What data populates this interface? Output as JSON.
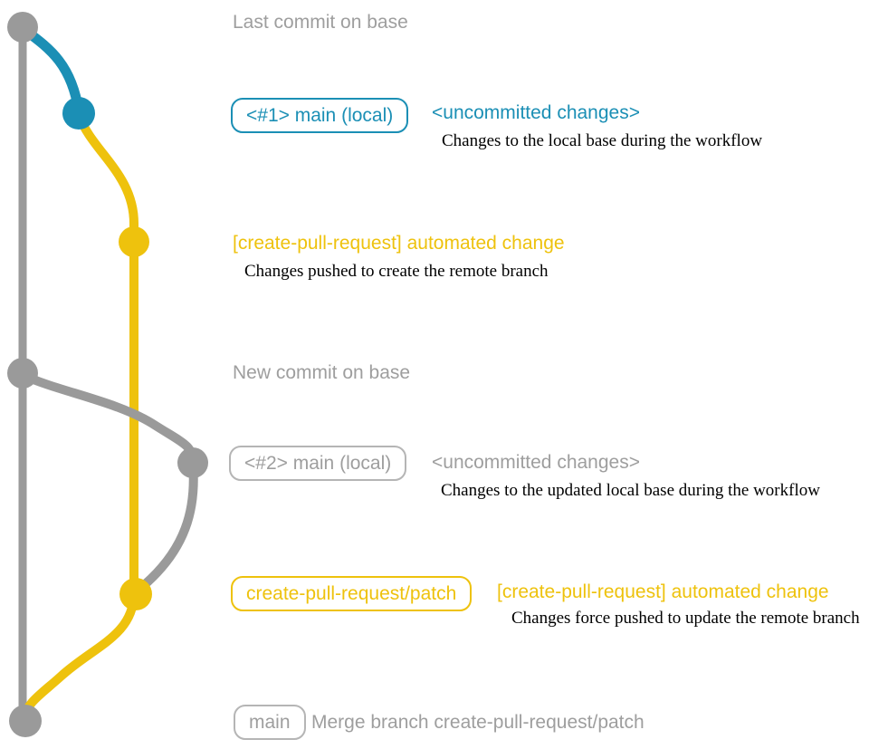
{
  "diagram_title": "create-pull-request workflow git graph",
  "colors": {
    "branch_gray": "#9a9a9a",
    "gray_text": "#9e9e9e",
    "gray_badge_border": "#b5b5b5",
    "branch_blue": "#1b8fb5",
    "branch_yellow": "#eec20d",
    "note_text": "#000000",
    "background": "#ffffff"
  },
  "commit_labels": {
    "last_commit": "Last commit on base",
    "new_commit": "New commit on base",
    "merge_commit": "Merge branch create-pull-request/patch"
  },
  "badges": {
    "main_local_1": "<#1> main (local)",
    "main_local_2": "<#2> main (local)",
    "patch_branch": "create-pull-request/patch",
    "main": "main"
  },
  "headings": {
    "uncommitted_1": "<uncommitted changes>",
    "uncommitted_2": "<uncommitted changes>",
    "automated_1": "[create-pull-request] automated change",
    "automated_2": "[create-pull-request] automated change"
  },
  "notes": {
    "local_base": "Changes to the local base during the workflow",
    "pushed_create": "Changes pushed to create the remote branch",
    "updated_local_base": "Changes to the updated local base during the workflow",
    "force_pushed": "Changes force pushed to update the remote branch"
  },
  "graph_structure": {
    "base_branch_color": "gray",
    "local_main_color_first_run": "blue",
    "remote_patch_branch_color": "yellow",
    "commits": [
      "base tip (gray)",
      "uncommitted changes on local main (blue)",
      "automated change pushed to create-pull-request/patch (yellow)",
      "new commit lands on base (gray)",
      "updated local main with uncommitted changes (gray)",
      "force-pushed automated change on create-pull-request/patch (yellow)",
      "merge of create-pull-request/patch into main (gray)"
    ]
  }
}
